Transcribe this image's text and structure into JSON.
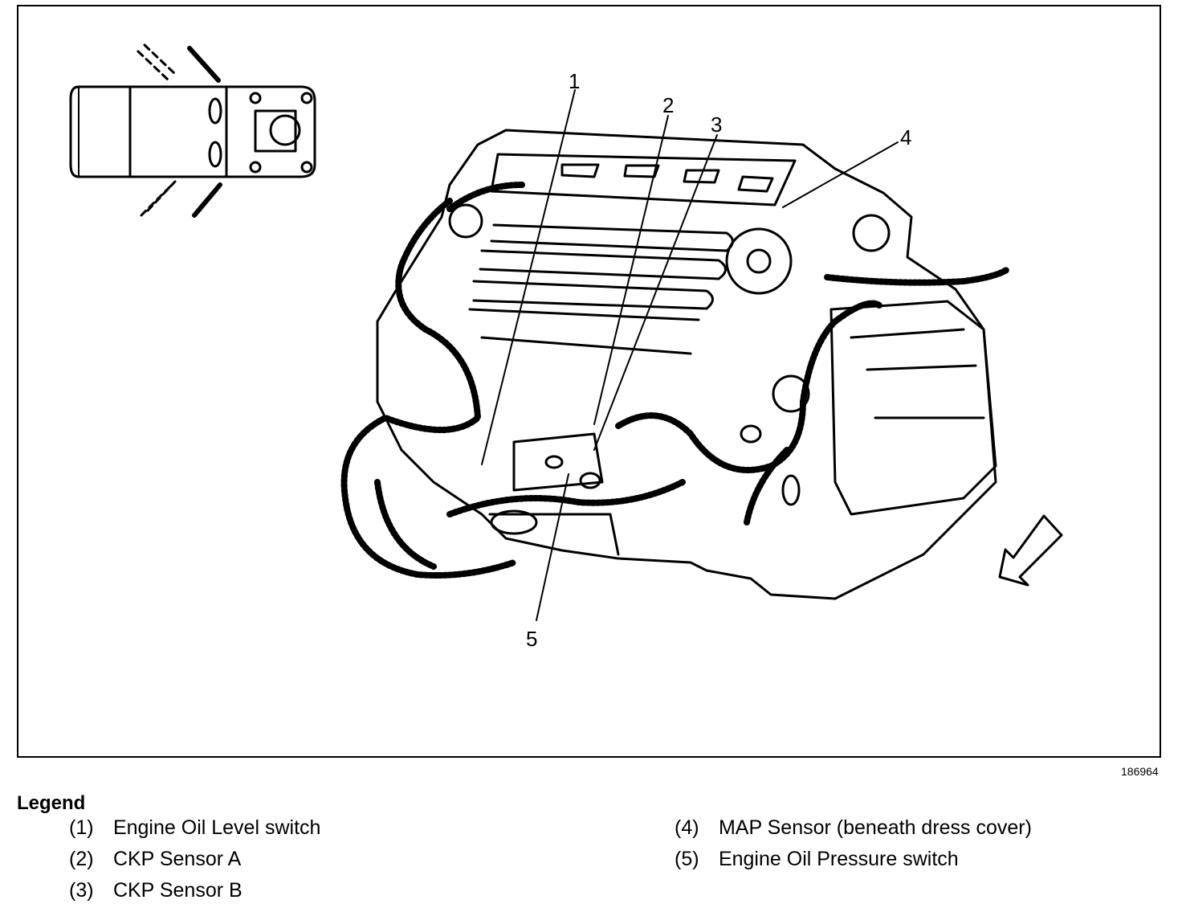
{
  "figure": {
    "id": "186964",
    "callouts": [
      {
        "num": "1"
      },
      {
        "num": "2"
      },
      {
        "num": "3"
      },
      {
        "num": "4"
      },
      {
        "num": "5"
      }
    ]
  },
  "legend": {
    "title": "Legend",
    "items": [
      {
        "num": "(1)",
        "label": "Engine Oil Level switch"
      },
      {
        "num": "(2)",
        "label": "CKP Sensor A"
      },
      {
        "num": "(3)",
        "label": "CKP Sensor B"
      },
      {
        "num": "(4)",
        "label": "MAP Sensor (beneath dress cover)"
      },
      {
        "num": "(5)",
        "label": "Engine Oil Pressure switch"
      }
    ]
  }
}
